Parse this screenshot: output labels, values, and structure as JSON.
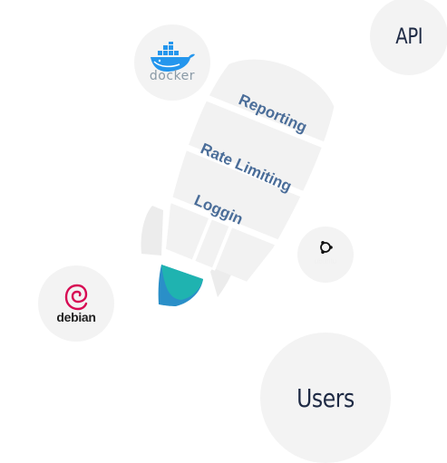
{
  "bubbles": {
    "api": "API",
    "users": "Users",
    "docker": "docker",
    "debian": "debian",
    "ubuntu": "ubuntu"
  },
  "rocket": {
    "segments": [
      {
        "label": "Reporting"
      },
      {
        "label": "Rate Limiting"
      },
      {
        "label": "Loggin"
      }
    ]
  },
  "colors": {
    "bubble_bg": "#f3f3f3",
    "rocket_body": "#f2f2f2",
    "segment_text": "#4a6d99",
    "exhaust_teal": "#1fb3b0",
    "exhaust_blue": "#2a8fc8",
    "docker_blue": "#2496ed",
    "debian_red": "#d70a53"
  },
  "icons": [
    "docker-whale-icon",
    "debian-swirl-icon",
    "ubuntu-circle-icon"
  ]
}
